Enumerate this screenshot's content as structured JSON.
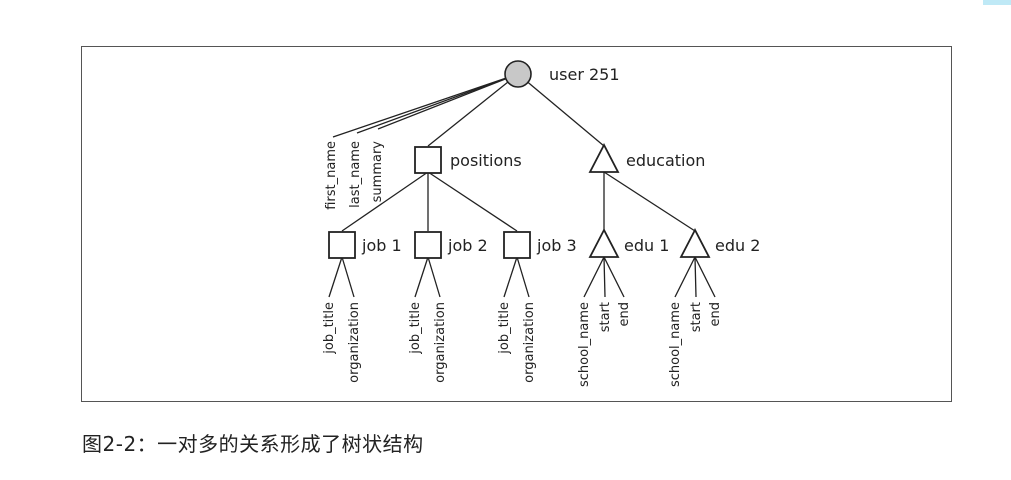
{
  "root": {
    "label": "user 251"
  },
  "root_fields": [
    "first_name",
    "last_name",
    "summary"
  ],
  "groups": [
    {
      "id": "positions",
      "label": "positions",
      "shape": "square",
      "children": [
        {
          "label": "job 1",
          "fields": [
            "job_title",
            "organization"
          ]
        },
        {
          "label": "job 2",
          "fields": [
            "job_title",
            "organization"
          ]
        },
        {
          "label": "job 3",
          "fields": [
            "job_title",
            "organization"
          ]
        }
      ]
    },
    {
      "id": "education",
      "label": "education",
      "shape": "triangle",
      "children": [
        {
          "label": "edu 1",
          "fields": [
            "school_name",
            "start",
            "end"
          ]
        },
        {
          "label": "edu 2",
          "fields": [
            "school_name",
            "start",
            "end"
          ]
        }
      ]
    }
  ],
  "caption": "图2-2：一对多的关系形成了树状结构",
  "colors": {
    "root_fill": "#c8c8c8",
    "stroke": "#222222",
    "border": "#555555"
  }
}
